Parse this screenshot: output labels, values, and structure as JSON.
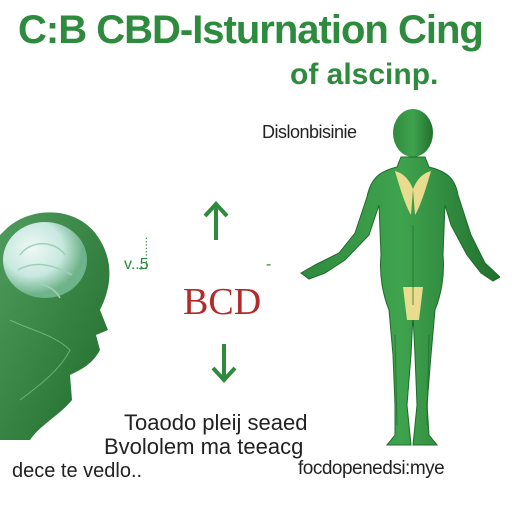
{
  "title": "C:B CBD-Isturnation Cing",
  "subtitle": "of alscinp.",
  "label_top_right": "Dislonbisinie",
  "center_label": "BCD",
  "vertical_text": "t.........",
  "left_tick": "v..5",
  "right_tick": "-",
  "text_line1": "Toaodo pleij seaed",
  "text_line2": "Bvololem ma teeacg",
  "text_line3_left": "dece te vedlo..",
  "text_line3_right": "focdopenedsi:mye",
  "colors": {
    "green": "#2e8b3e",
    "dark_green": "#1f6b2a",
    "red": "#b22a2a",
    "yellow": "#e9dc8e"
  }
}
